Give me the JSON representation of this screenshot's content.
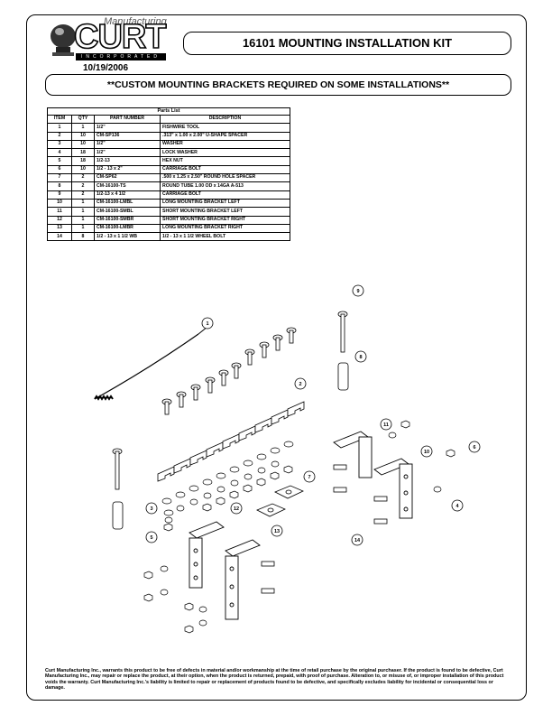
{
  "header": {
    "logo_small": "Manufacturing",
    "logo_main": "CURT",
    "logo_sub": "INCORPORATED",
    "date": "10/19/2006",
    "title": "16101 MOUNTING INSTALLATION KIT",
    "notice": "**CUSTOM MOUNTING BRACKETS REQUIRED ON SOME INSTALLATIONS**"
  },
  "parts_list": {
    "caption": "Parts List",
    "columns": [
      "ITEM",
      "QTY",
      "PART NUMBER",
      "DESCRIPTION"
    ],
    "rows": [
      [
        "1",
        "1",
        "1/2\"",
        "FISHWIRE TOOL"
      ],
      [
        "2",
        "10",
        "CM-SP136",
        ".313\" x 1.00 x 2.00\" U-SHAPE SPACER"
      ],
      [
        "3",
        "10",
        "1/2\"",
        "WASHER"
      ],
      [
        "4",
        "18",
        "1/2\"",
        "LOCK WASHER"
      ],
      [
        "5",
        "18",
        "1/2-13",
        "HEX NUT"
      ],
      [
        "6",
        "10",
        "1/2 - 13 x 2\"",
        "CARRIAGE BOLT"
      ],
      [
        "7",
        "2",
        "CM-SP62",
        ".500 x 1.25 x 2.50\" ROUND HOLE SPACER"
      ],
      [
        "8",
        "2",
        "CM-16100-TS",
        "ROUND TUBE 1.00 OD x 14GA A-513"
      ],
      [
        "9",
        "2",
        "1/2-13 x 4 1/2",
        "CARRIAGE BOLT"
      ],
      [
        "10",
        "1",
        "CM-16100-LMBL",
        "LONG MOUNTING BRACKET LEFT"
      ],
      [
        "11",
        "1",
        "CM-16100-SMBL",
        "SHORT MOUNTING BRACKET LEFT"
      ],
      [
        "12",
        "1",
        "CM-16100-SMBR",
        "SHORT MOUNTING BRACKET RIGHT"
      ],
      [
        "13",
        "1",
        "CM-16100-LMBR",
        "LONG MOUNTING BRACKET RIGHT"
      ],
      [
        "14",
        "8",
        "1/2 - 13 x 1 1/2 WB",
        "1/2 - 13 x 1 1/2 WHEEL BOLT"
      ]
    ]
  },
  "callouts": [
    "1",
    "2",
    "3",
    "4",
    "5",
    "6",
    "7",
    "8",
    "9",
    "10",
    "11",
    "12",
    "13",
    "14"
  ],
  "warranty": "Curt Manufacturing Inc., warrants this product to be free of defects in material and/or workmanship at the time of retail purchase by the original purchaser. If the product is found to be defective, Curt Manufacturing Inc., may repair or replace the product, at their option, when the product is returned, prepaid, with proof of purchase. Alteration to, or misuse of, or improper installation of this product voids the warranty. Curt Manufacturing Inc.'s liability is limited to repair or replacement of products found to be defective, and specifically excludes liability for incidental or consequential loss or damage."
}
